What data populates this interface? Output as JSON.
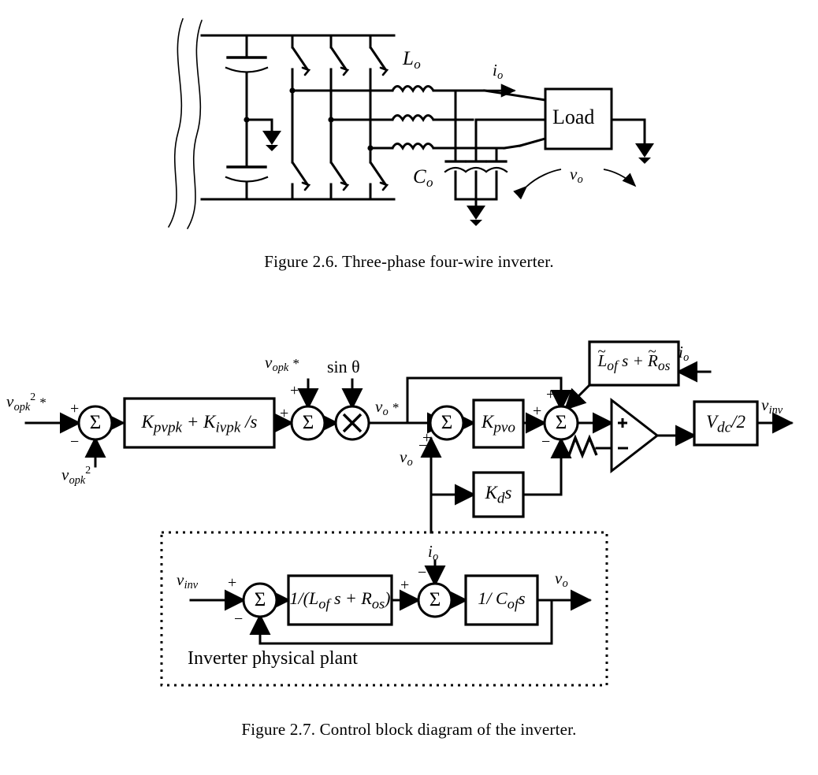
{
  "figures": [
    {
      "id": "fig-2-6",
      "caption": "Figure 2.6. Three-phase four-wire inverter.",
      "labels": {
        "inductor": "L",
        "inductor_sub": "o",
        "capacitor": "C",
        "capacitor_sub": "o",
        "current": "i",
        "current_sub": "o",
        "voltage": "v",
        "voltage_sub": "o",
        "load": "Load"
      }
    },
    {
      "id": "fig-2-7",
      "caption": "Figure 2.7. Control block diagram of the inverter.",
      "plant_label": "Inverter physical plant",
      "blocks": {
        "pi_vpk": "K_pvpk + K_ivpk / s",
        "kpvo": "K_pvo",
        "kds": "K_d s",
        "feedforward": "L̃_of s + R̃_os",
        "vdc_half": "V_dc / 2",
        "plant_lr": "1/(L_of s + R_os)",
        "plant_c": "1/ C_of s"
      },
      "signals": {
        "vopk2_ref": "v_opk^2 *",
        "vopk2_fb": "v_opk^2",
        "vopk_ref": "v_opk *",
        "sin_theta": "sin θ",
        "vo_ref": "v_o *",
        "vo_fb": "v_o",
        "io": "i_o",
        "vinv": "v_inv",
        "vo_out": "v_o"
      },
      "signs": {
        "plus": "+",
        "minus": "−"
      },
      "sum_symbol": "Σ"
    }
  ],
  "colors": {
    "ink": "#000000",
    "paper": "#ffffff"
  }
}
